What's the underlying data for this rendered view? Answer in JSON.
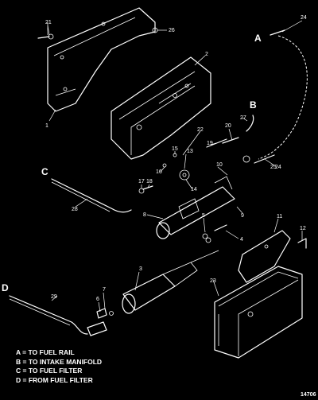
{
  "callouts": [
    "1",
    "2",
    "3",
    "4",
    "5",
    "6",
    "7",
    "8",
    "9",
    "10",
    "11",
    "12",
    "13",
    "14",
    "15",
    "16",
    "17",
    "18",
    "19",
    "20",
    "21",
    "22",
    "23",
    "24",
    "25",
    "26",
    "27",
    "28",
    "29"
  ],
  "letters": [
    "A",
    "B",
    "C",
    "D"
  ],
  "legend": [
    "A = TO FUEL RAIL",
    "B = TO INTAKE MANIFOLD",
    "C = TO FUEL FILTER",
    "D = FROM FUEL FILTER"
  ],
  "drawing_code": "14706"
}
